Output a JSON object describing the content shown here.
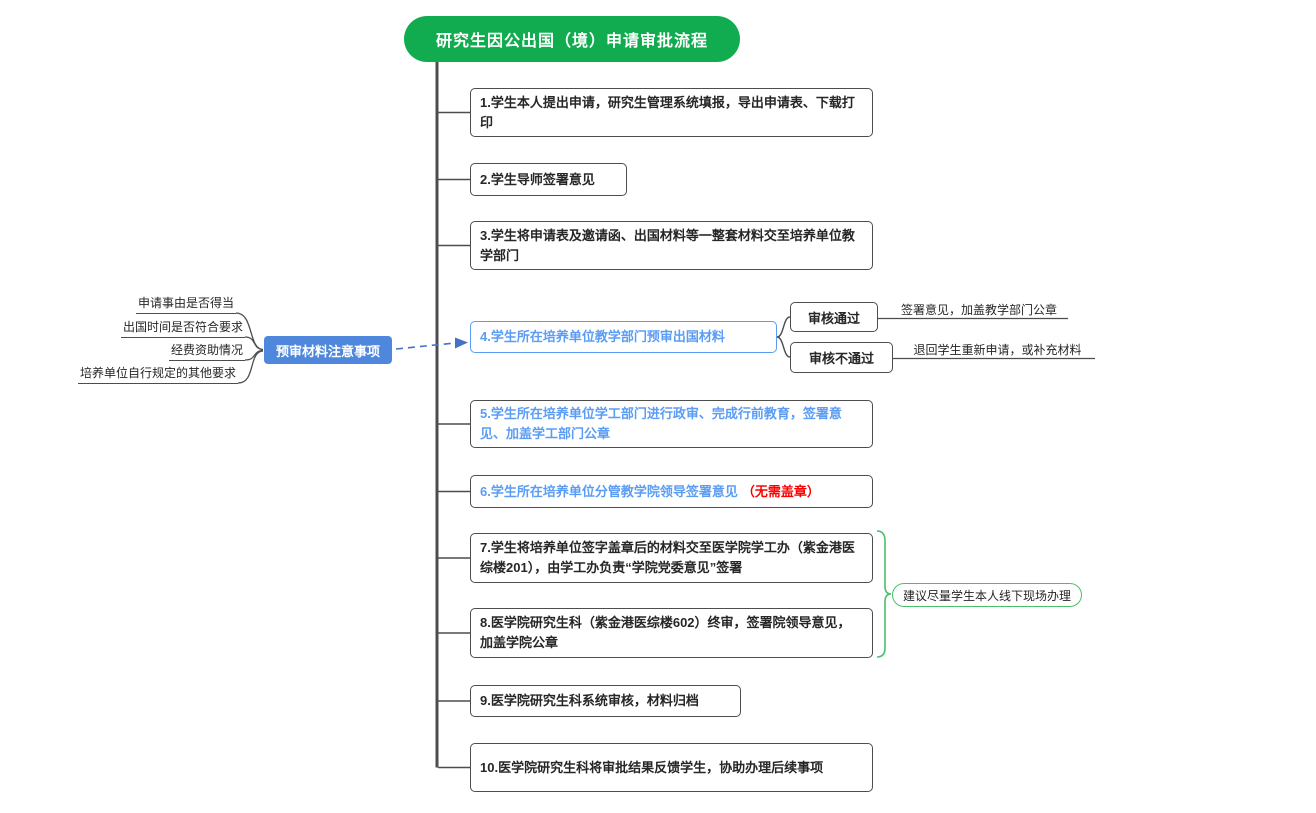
{
  "title": "研究生因公出国（境）申请审批流程",
  "steps": [
    {
      "text": "1.学生本人提出申请，研究生管理系统填报，导出申请表、下载打印"
    },
    {
      "text": "2.学生导师签署意见"
    },
    {
      "text": "3.学生将申请表及邀请函、出国材料等一整套材料交至培养单位教学部门"
    },
    {
      "text": "4.学生所在培养单位教学部门预审出国材料"
    },
    {
      "text": "5.学生所在培养单位学工部门进行政审、完成行前教育，签署意见、加盖学工部门公章"
    },
    {
      "text": "6.学生所在培养单位分管教学院领导签署意见",
      "note": "（无需盖章）"
    },
    {
      "text": "7.学生将培养单位签字盖章后的材料交至医学院学工办（紫金港医综楼201），由学工办负责“学院党委意见”签署"
    },
    {
      "text": "8.医学院研究生科（紫金港医综楼602）终审，签署院领导意见，加盖学院公章"
    },
    {
      "text": "9.医学院研究生科系统审核，材料归档"
    },
    {
      "text": "10.医学院研究生科将审批结果反馈学生，协助办理后续事项"
    }
  ],
  "pre_review": {
    "label": "预审材料注意事项",
    "items": [
      "申请事由是否得当",
      "出国时间是否符合要求",
      "经费资助情况",
      "培养单位自行规定的其他要求"
    ]
  },
  "review": {
    "pass_label": "审核通过",
    "pass_result": "签署意见，加盖教学部门公章",
    "fail_label": "审核不通过",
    "fail_result": "退回学生重新申请，或补充材料"
  },
  "advice": "建议尽量学生本人线下现场办理",
  "colors": {
    "title_green": "#10AC4F",
    "node_blue": "#4E87DB",
    "text_blue": "#5B9CF5",
    "note_red": "#FF0000",
    "brace_green": "#4CBE6C",
    "line_gray": "#4D4D4D",
    "arrow_blue": "#4472C4"
  }
}
